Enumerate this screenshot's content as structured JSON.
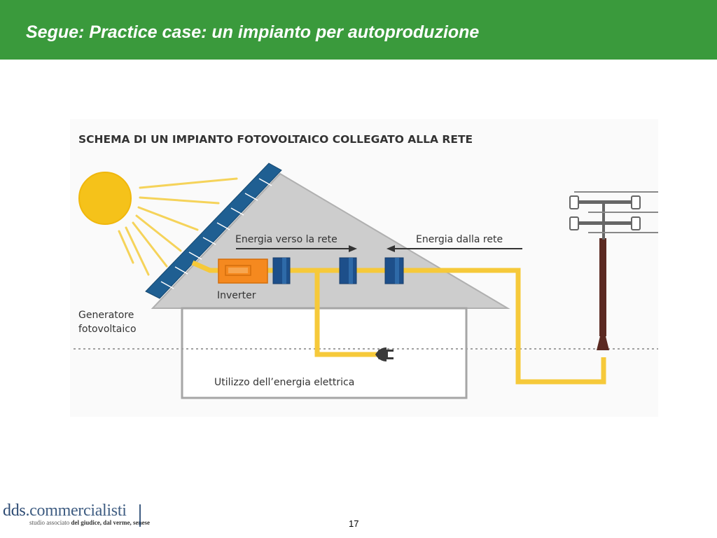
{
  "slide": {
    "title": "Segue: Practice case: un impianto per autoproduzione",
    "page_number": "17"
  },
  "diagram": {
    "heading": "SCHEMA DI UN IMPIANTO FOTOVOLTAICO COLLEGATO ALLA RETE",
    "label_to_grid": "Energia verso la rete",
    "label_from_grid": "Energia dalla rete",
    "label_inverter": "Inverter",
    "label_generator_line1": "Generatore",
    "label_generator_line2": "fotovoltaico",
    "label_usage": "Utilizzo dell’energia elettrica"
  },
  "logo": {
    "brand_prefix": "dds",
    "brand_suffix": ".commercialisti",
    "sub_prefix": "studio associato ",
    "sub_names": "del giudice, dal verme, senese"
  },
  "colors": {
    "header_green": "#3a9a3c",
    "sun_yellow": "#f5c21a",
    "cable_yellow": "#f6c93a",
    "panel_blue": "#1f5f92",
    "meter_blue": "#1d4f8a",
    "inverter_orange": "#f5891f",
    "house_gray": "#c9c9c9",
    "pole_brown": "#5b2a22"
  }
}
